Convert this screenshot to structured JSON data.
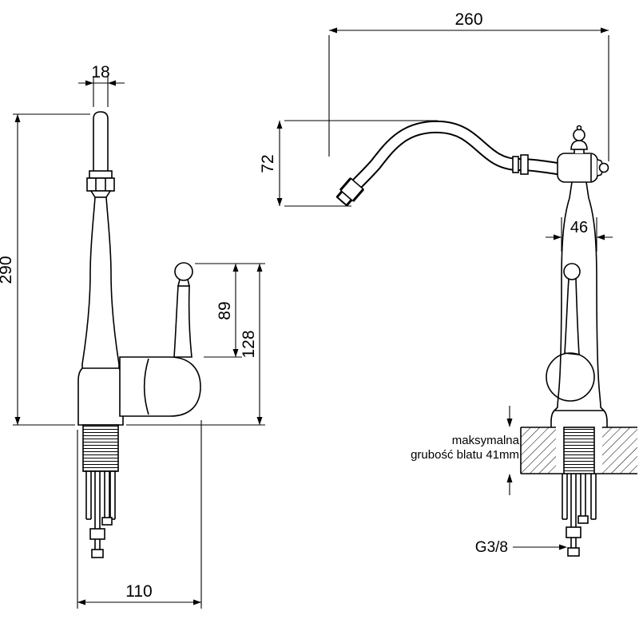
{
  "page": {
    "background": "#ffffff",
    "line_color": "#000000",
    "description": "Technical dimension drawing of a kitchen faucet, front and side views"
  },
  "front_view": {
    "dim_spout_width": "18",
    "dim_total_height": "290",
    "dim_handle_height": "89",
    "dim_handle_overall": "128",
    "dim_base_width": "110"
  },
  "side_view": {
    "dim_spout_reach": "260",
    "dim_spout_drop": "72",
    "dim_body_width": "46",
    "counter_note_line1": "maksymalna",
    "counter_note_line2": "grubość blatu 41mm",
    "thread_label": "G3/8"
  }
}
